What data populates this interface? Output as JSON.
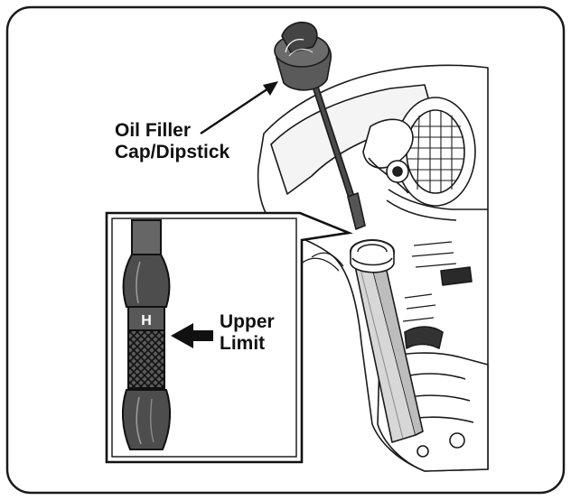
{
  "labels": {
    "oil_filler_line1": "Oil Filler",
    "oil_filler_line2": "Cap/Dipstick",
    "upper_line1": "Upper",
    "upper_line2": "Limit",
    "dipstick_mark": "H"
  },
  "colors": {
    "outline": "#1a1a1a",
    "dark_gray": "#4d4d4d",
    "mid_gray": "#777777",
    "light_gray": "#c4c4c4"
  }
}
